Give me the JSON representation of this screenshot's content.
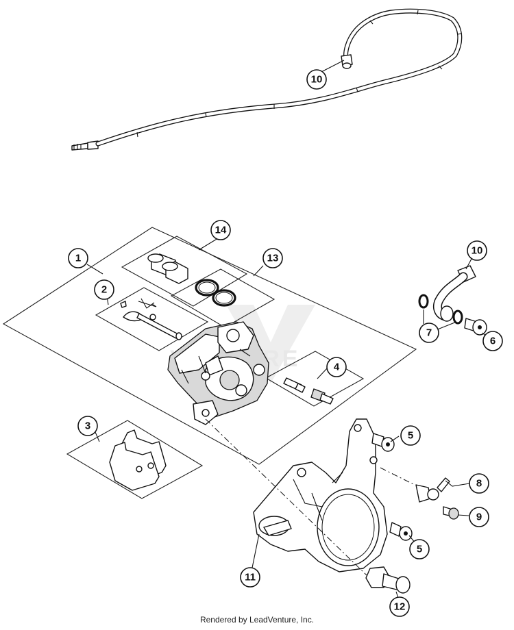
{
  "diagram": {
    "callouts": {
      "c1": "1",
      "c2": "2",
      "c3": "3",
      "c4": "4",
      "c5a": "5",
      "c5b": "5",
      "c6": "6",
      "c7": "7",
      "c8": "8",
      "c9": "9",
      "c10a": "10",
      "c10b": "10",
      "c11": "11",
      "c12": "12",
      "c13": "13",
      "c14": "14"
    },
    "watermark_text": "VENTURE",
    "line_color": "#111111"
  },
  "footer": {
    "credit": "Rendered by LeadVenture, Inc."
  }
}
